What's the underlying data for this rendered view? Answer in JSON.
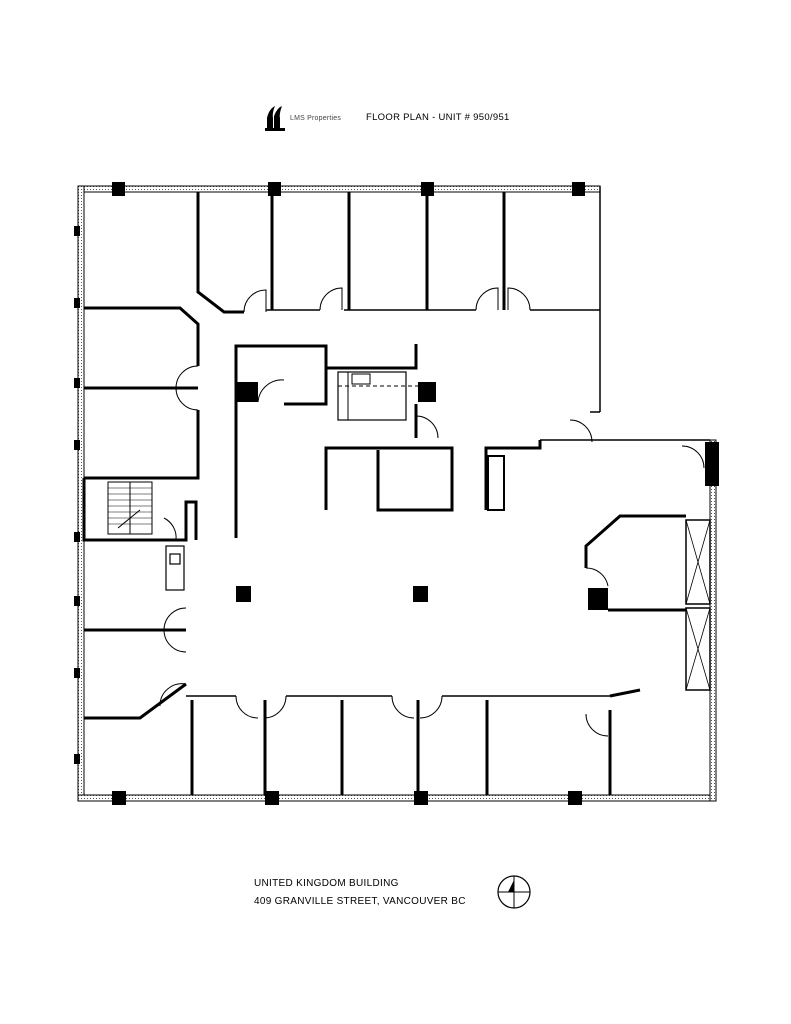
{
  "header": {
    "logo_text": "LMS Properties",
    "title": "FLOOR PLAN - UNIT # 950/951"
  },
  "footer": {
    "building_name": "UNITED KINGDOM BUILDING",
    "address": "409 GRANVILLE STREET, VANCOUVER BC"
  },
  "icons": {
    "logo": "building-logo-icon",
    "north": "north-arrow-icon"
  },
  "colors": {
    "ink": "#000000",
    "paper": "#ffffff",
    "hatch": "#777777"
  }
}
